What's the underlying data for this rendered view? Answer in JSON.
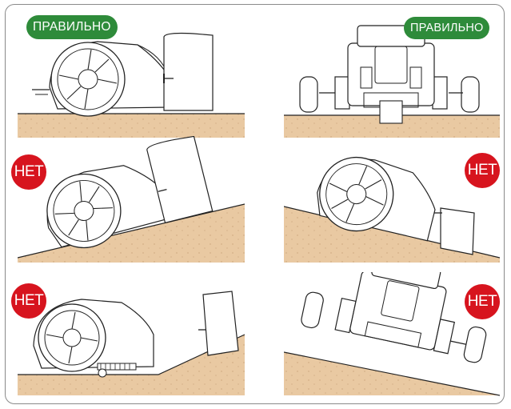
{
  "labels": {
    "correct": "ПРАВИЛЬНО",
    "wrong": "НЕТ"
  },
  "colors": {
    "correct_badge": "#2e8b3a",
    "wrong_badge": "#d7141e",
    "soil": "#e9c9a2",
    "soil_dots": "#c9a37a",
    "line_art": "#222222"
  },
  "panels": [
    {
      "view": "side",
      "slope": "flat",
      "verdict": "correct"
    },
    {
      "view": "front",
      "slope": "flat",
      "verdict": "correct"
    },
    {
      "view": "side",
      "slope": "uphill",
      "verdict": "wrong"
    },
    {
      "view": "side",
      "slope": "downhill",
      "verdict": "wrong"
    },
    {
      "view": "side",
      "slope": "slope-edge",
      "verdict": "wrong"
    },
    {
      "view": "front",
      "slope": "side-slope",
      "verdict": "wrong"
    }
  ]
}
